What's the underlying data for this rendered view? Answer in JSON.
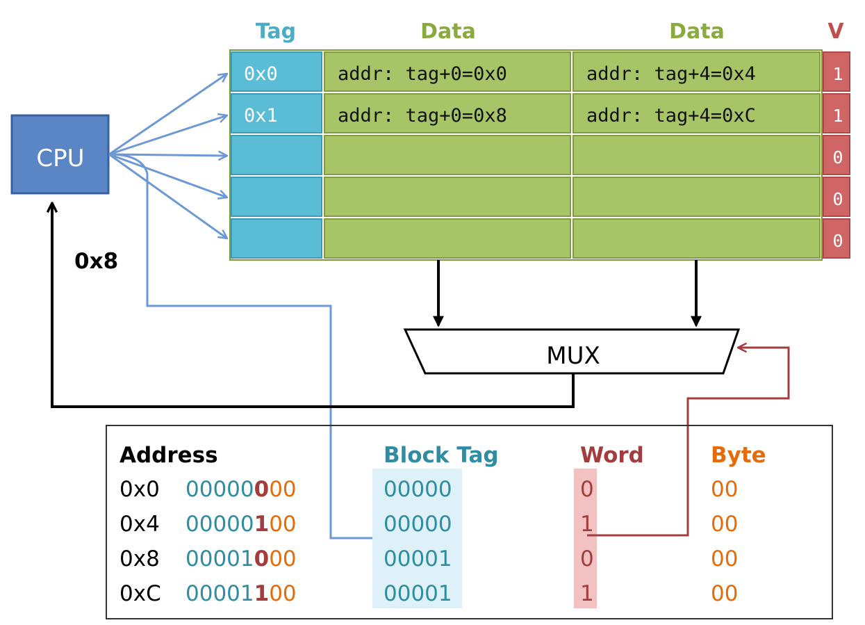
{
  "colors": {
    "tag_blue": "#5bbcd6",
    "tag_header": "#4bacc6",
    "data_green": "#a7c467",
    "data_header": "#8aaa3e",
    "valid_red": "#d06565",
    "valid_header": "#c0504d",
    "cpu_blue": "#5b86c5",
    "bus_blue": "#6d98d6",
    "word_red": "#a33c3c",
    "byte_orange": "#e46c0a",
    "teal_text": "#2e8ca3",
    "tag_highlight": "#dff1f8",
    "word_highlight": "#f2c1c1"
  },
  "headers": {
    "tag": "Tag",
    "data1": "Data",
    "data2": "Data",
    "valid": "V"
  },
  "cpu": {
    "label": "CPU"
  },
  "returned_value": "0x8",
  "mux": {
    "label": "MUX"
  },
  "cache": {
    "rows": [
      {
        "tag": "0x0",
        "data1": "addr: tag+0=0x0",
        "data2": "addr: tag+4=0x4",
        "valid": "1"
      },
      {
        "tag": "0x1",
        "data1": "addr: tag+0=0x8",
        "data2": "addr: tag+4=0xC",
        "valid": "1"
      },
      {
        "tag": "",
        "data1": "",
        "data2": "",
        "valid": "0"
      },
      {
        "tag": "",
        "data1": "",
        "data2": "",
        "valid": "0"
      },
      {
        "tag": "",
        "data1": "",
        "data2": "",
        "valid": "0"
      }
    ]
  },
  "address_table": {
    "headers": {
      "address": "Address",
      "block_tag": "Block Tag",
      "word": "Word",
      "byte": "Byte"
    },
    "rows": [
      {
        "addr": "0x0",
        "bits_tag": "00000",
        "bits_word": "0",
        "bits_byte": "00",
        "block_tag": "00000",
        "word": "0",
        "byte": "00"
      },
      {
        "addr": "0x4",
        "bits_tag": "00000",
        "bits_word": "1",
        "bits_byte": "00",
        "block_tag": "00000",
        "word": "1",
        "byte": "00"
      },
      {
        "addr": "0x8",
        "bits_tag": "00001",
        "bits_word": "0",
        "bits_byte": "00",
        "block_tag": "00001",
        "word": "0",
        "byte": "00"
      },
      {
        "addr": "0xC",
        "bits_tag": "00001",
        "bits_word": "1",
        "bits_byte": "00",
        "block_tag": "00001",
        "word": "1",
        "byte": "00"
      }
    ]
  }
}
